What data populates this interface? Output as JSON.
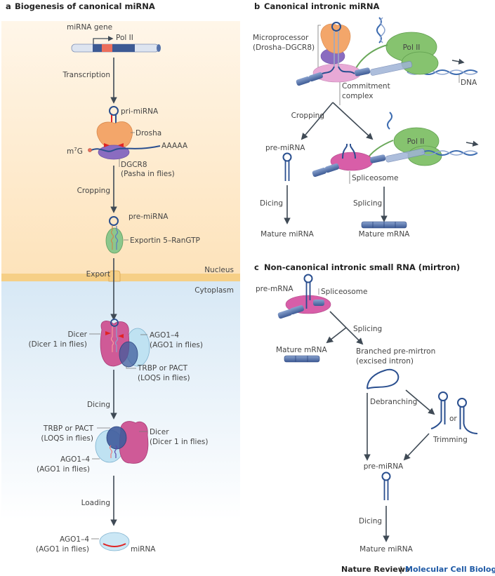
{
  "panel_a": {
    "title_letter": "a",
    "title": "Biogenesis of canonical miRNA",
    "gene_label": "miRNA gene",
    "pol2": "Pol II",
    "transcription": "Transcription",
    "pri_mirna": "pri-miRNA",
    "drosha": "Drosha",
    "cap": "m7G",
    "cap_base": "m",
    "cap_sup": "7",
    "cap_end": "G",
    "polya": "AAAAA",
    "dgcr8": "DGCR8",
    "dgcr8_note": "(Pasha in flies)",
    "cropping": "Cropping",
    "pre_mirna": "pre-miRNA",
    "exportin": "Exportin 5–RanGTP",
    "export": "Export",
    "nucleus": "Nucleus",
    "cytoplasm": "Cytoplasm",
    "dicer": "Dicer",
    "dicer_note": "(Dicer 1 in flies)",
    "ago": "AGO1–4",
    "ago_note": "(AGO1 in flies)",
    "trbp": "TRBP or PACT",
    "trbp_note": "(LOQS in flies)",
    "dicing": "Dicing",
    "loading": "Loading",
    "mirna": "miRNA"
  },
  "panel_b": {
    "title_letter": "b",
    "title": "Canonical intronic miRNA",
    "microprocessor": "Microprocessor",
    "microprocessor_note": "(Drosha–DGCR8)",
    "pol2": "Pol II",
    "dna": "DNA",
    "commitment1": "Commitment",
    "commitment2": "complex",
    "cropping": "Cropping",
    "pre_mirna": "pre-miRNA",
    "spliceosome": "Spliceosome",
    "dicing": "Dicing",
    "splicing": "Splicing",
    "mature_mirna": "Mature miRNA",
    "mature_mrna": "Mature mRNA"
  },
  "panel_c": {
    "title_letter": "c",
    "title": "Non-canonical intronic small RNA (mirtron)",
    "pre_mrna": "pre-mRNA",
    "spliceosome": "Spliceosome",
    "splicing": "Splicing",
    "mature_mrna": "Mature mRNA",
    "branched1": "Branched pre-mirtron",
    "branched2": "(excised intron)",
    "debranching": "Debranching",
    "or": "or",
    "trimming": "Trimming",
    "pre_mirna": "pre-miRNA",
    "dicing": "Dicing",
    "mature_mirna": "Mature miRNA"
  },
  "footer": {
    "journal": "Nature Reviews",
    "separator": "|",
    "section": "Molecular Cell Biology"
  },
  "colors": {
    "nucleus_bg": "#fde9c8",
    "membrane": "#f6cf86",
    "cytoplasm_bg": "#dcebf6",
    "drosha": "#f3a66a",
    "dgcr8": "#8a6cc0",
    "exportin": "#8cc78c",
    "dicer": "#cf5a97",
    "ago": "#bfe2f2",
    "trbp": "#3f5c9c",
    "pol2": "#86c36f",
    "rna": "#2a4f8f",
    "cut": "#e02424",
    "footer_blue": "#1f5aa6"
  }
}
